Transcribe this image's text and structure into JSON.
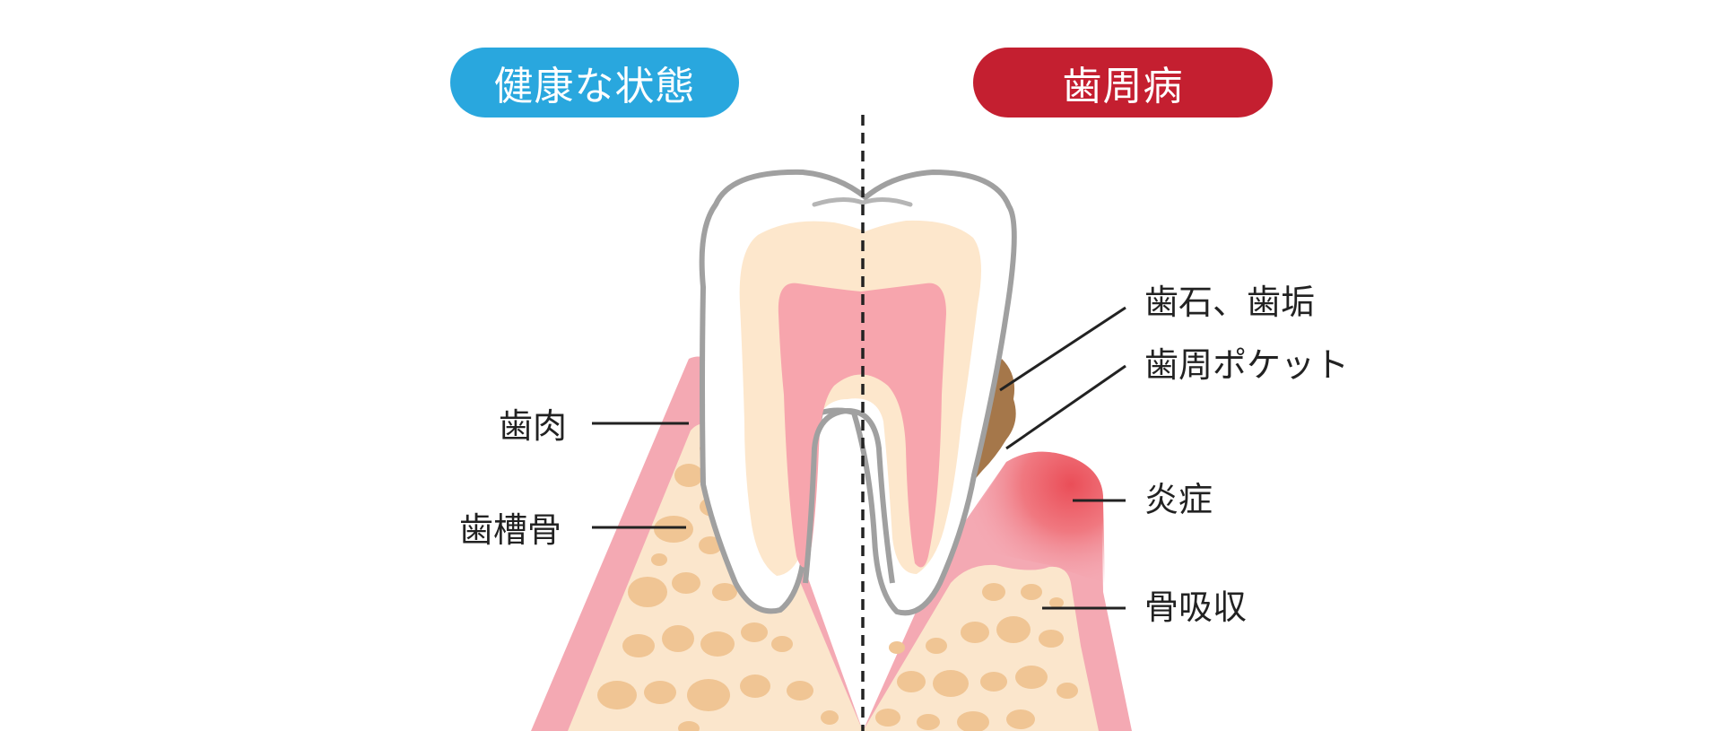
{
  "header": {
    "healthy_label": "健康な状態",
    "disease_label": "歯周病"
  },
  "labels_left": {
    "gum": "歯肉",
    "alveolar_bone": "歯槽骨"
  },
  "labels_right": {
    "tartar_plaque": "歯石、歯垢",
    "periodontal_pocket": "歯周ポケット",
    "inflammation": "炎症",
    "bone_resorption": "骨吸収"
  },
  "colors": {
    "healthy": "#29a7de",
    "disease": "#c41f30",
    "gum": "#f4a9b3",
    "bone": "#fbe6cc",
    "bone_spot": "#f0c594",
    "enamel": "#ffffff",
    "dentin": "#fde7cc",
    "pulp": "#f7a5ad",
    "tartar": "#a5774a",
    "inflammation": "#ec5b63"
  }
}
